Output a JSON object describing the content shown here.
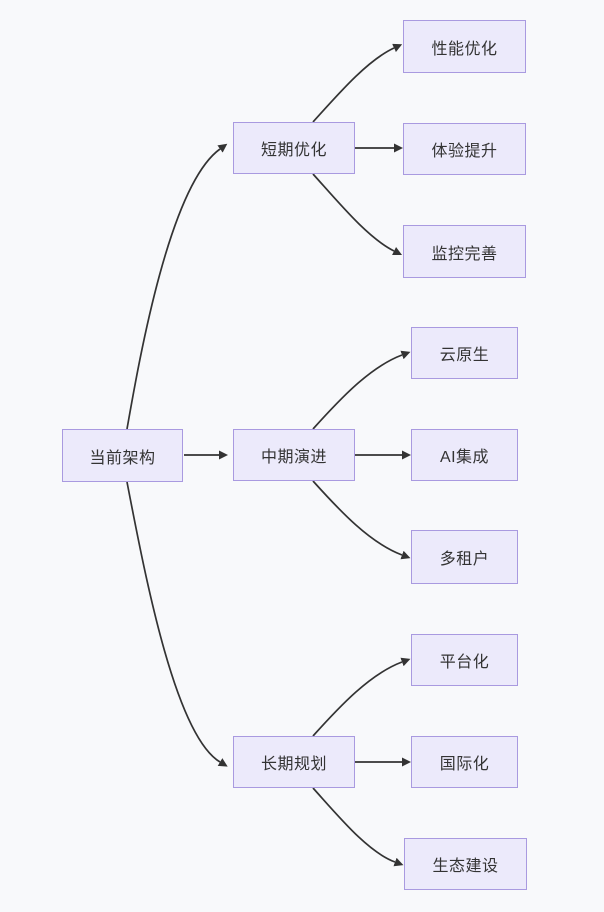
{
  "diagram": {
    "type": "flowchart-LR",
    "colors": {
      "background": "#f8f9fb",
      "node_fill": "#eceafb",
      "node_border": "#a99ae0",
      "edge": "#333333",
      "text": "#333333"
    },
    "nodes": [
      {
        "id": "root",
        "label": "当前架构"
      },
      {
        "id": "a",
        "label": "短期优化"
      },
      {
        "id": "b",
        "label": "中期演进"
      },
      {
        "id": "c",
        "label": "长期规划"
      },
      {
        "id": "a1",
        "label": "性能优化"
      },
      {
        "id": "a2",
        "label": "体验提升"
      },
      {
        "id": "a3",
        "label": "监控完善"
      },
      {
        "id": "b1",
        "label": "云原生"
      },
      {
        "id": "b2",
        "label": "AI集成"
      },
      {
        "id": "b3",
        "label": "多租户"
      },
      {
        "id": "c1",
        "label": "平台化"
      },
      {
        "id": "c2",
        "label": "国际化"
      },
      {
        "id": "c3",
        "label": "生态建设"
      }
    ],
    "edges": [
      {
        "from": "当前架构",
        "to": "短期优化"
      },
      {
        "from": "当前架构",
        "to": "中期演进"
      },
      {
        "from": "当前架构",
        "to": "长期规划"
      },
      {
        "from": "短期优化",
        "to": "性能优化"
      },
      {
        "from": "短期优化",
        "to": "体验提升"
      },
      {
        "from": "短期优化",
        "to": "监控完善"
      },
      {
        "from": "中期演进",
        "to": "云原生"
      },
      {
        "from": "中期演进",
        "to": "AI集成"
      },
      {
        "from": "中期演进",
        "to": "多租户"
      },
      {
        "from": "长期规划",
        "to": "平台化"
      },
      {
        "from": "长期规划",
        "to": "国际化"
      },
      {
        "from": "长期规划",
        "to": "生态建设"
      }
    ]
  }
}
